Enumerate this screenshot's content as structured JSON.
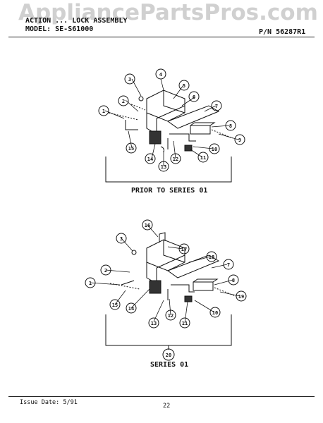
{
  "watermark": "AppliancePartsPros.com",
  "header": {
    "title": "ACTION ... LOCK ASSEMBLY",
    "model": "MODEL: SE-S61000",
    "part_number": "P/N 56287R1"
  },
  "diagram_top": {
    "caption": "PRIOR TO SERIES 01",
    "callouts": [
      "1",
      "2",
      "3",
      "4",
      "5",
      "6",
      "7",
      "8",
      "9",
      "10",
      "11",
      "12",
      "13",
      "14",
      "15"
    ]
  },
  "diagram_bottom": {
    "caption": "SERIES 01",
    "group_callout": "20",
    "callouts": [
      "1",
      "2",
      "3",
      "16",
      "17",
      "18",
      "7",
      "8",
      "19",
      "10",
      "11",
      "12",
      "13",
      "14",
      "15"
    ]
  },
  "footer": {
    "issue_date": "Issue Date: 5/91",
    "page_number": "22"
  }
}
